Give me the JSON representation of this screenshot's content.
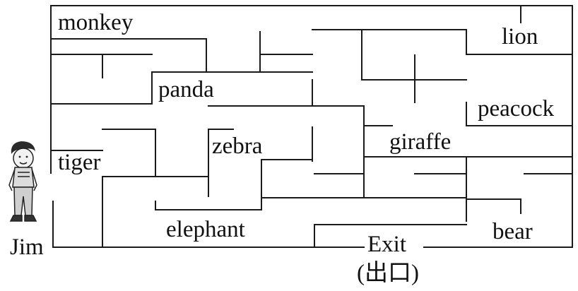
{
  "maze": {
    "animals": {
      "monkey": "monkey",
      "lion": "lion",
      "panda": "panda",
      "peacock": "peacock",
      "giraffe": "giraffe",
      "zebra": "zebra",
      "tiger": "tiger",
      "elephant": "elephant",
      "bear": "bear"
    },
    "start_label": "Jim",
    "exit_label": "Exit",
    "exit_chinese": "(出口)"
  }
}
